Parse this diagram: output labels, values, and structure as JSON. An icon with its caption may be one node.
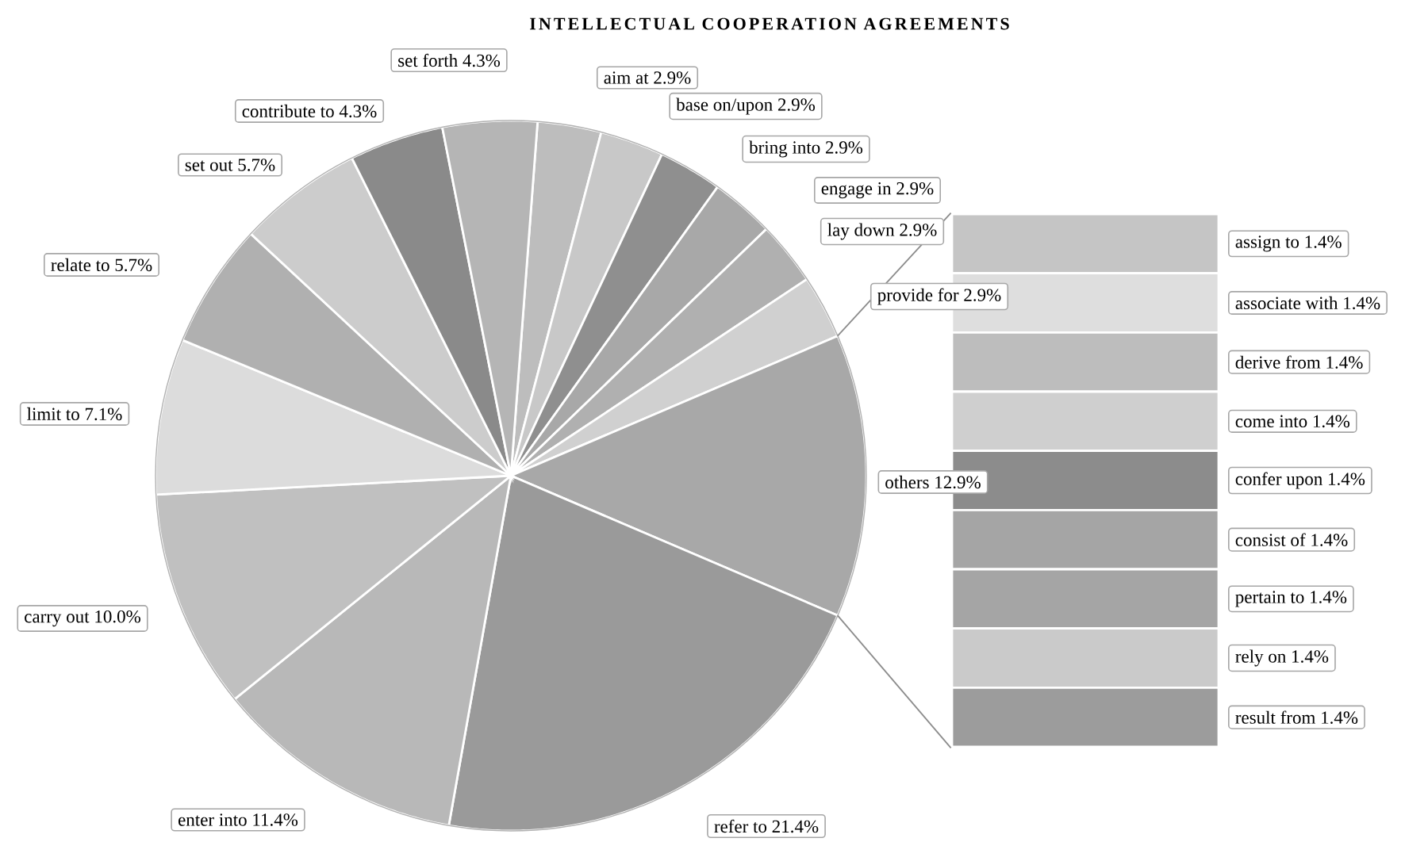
{
  "diagram": {
    "chart_data": {
      "type": "pie",
      "title": "INTELLECTUAL COOPERATION AGREEMENTS",
      "categories": [
        "aim at",
        "base on/upon",
        "bring into",
        "engage in",
        "lay down",
        "provide for",
        "others",
        "refer to",
        "enter into",
        "carry out",
        "limit to",
        "relate to",
        "set out",
        "contribute to",
        "set forth"
      ],
      "values": [
        2.9,
        2.9,
        2.9,
        2.9,
        2.9,
        2.9,
        12.9,
        21.4,
        11.4,
        10.0,
        7.1,
        5.7,
        5.7,
        4.3,
        4.3
      ],
      "value_labels": [
        "2.9%",
        "2.9%",
        "2.9%",
        "2.9%",
        "2.9%",
        "2.9%",
        "12.9%",
        "21.4%",
        "11.4%",
        "10.0%",
        "7.1%",
        "5.7%",
        "5.7%",
        "4.3%",
        "4.3%"
      ]
    },
    "nodes": [
      {
        "text": [],
        "shape": "bar",
        "beside": [
          "assign to 1.4%"
        ]
      },
      {
        "text": [],
        "shape": "bar",
        "beside": [
          "associate with 1.4%"
        ]
      },
      {
        "text": [],
        "shape": "bar",
        "beside": [
          "derive from 1.4%"
        ]
      },
      {
        "text": [],
        "shape": "bar",
        "beside": [
          "come into 1.4%"
        ]
      },
      {
        "text": [],
        "shape": "bar",
        "beside": [
          "confer upon 1.4%"
        ]
      },
      {
        "text": [],
        "shape": "bar",
        "beside": [
          "consist of 1.4%"
        ]
      },
      {
        "text": [],
        "shape": "bar",
        "beside": [
          "pertain to 1.4%"
        ]
      },
      {
        "text": [],
        "shape": "bar",
        "beside": [
          "rely on 1.4%"
        ]
      },
      {
        "text": [],
        "shape": "bar",
        "beside": [
          "result from 1.4%"
        ]
      },
      {
        "text": [],
        "shape": "circle"
      }
    ],
    "edges": [
      {
        "from": 9,
        "to": 0,
        "arrow": "none"
      },
      {
        "from": 9,
        "to": 8,
        "arrow": "none"
      }
    ]
  }
}
